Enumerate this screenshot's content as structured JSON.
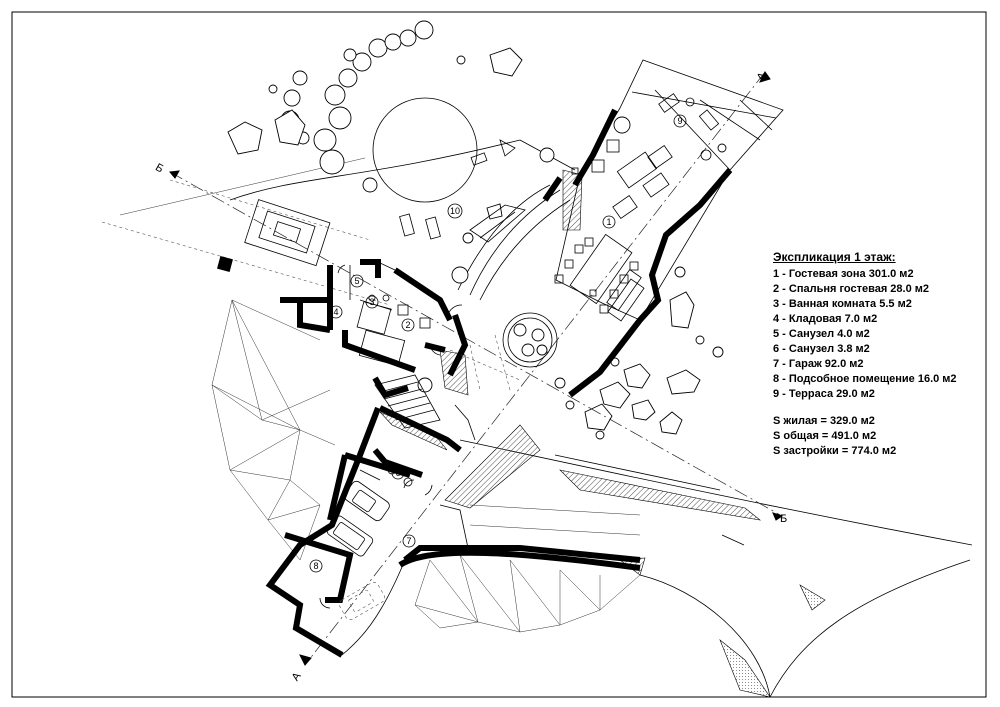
{
  "sections": {
    "a_top": "А",
    "a_bottom": "А",
    "b_left": "Б",
    "b_right": "Б"
  },
  "rooms": {
    "r1": "1",
    "r2": "2",
    "r3": "3",
    "r4": "4",
    "r5": "5",
    "r6": "6",
    "r7": "7",
    "r8": "8",
    "r9": "9",
    "r10": "10"
  },
  "legend": {
    "title": "Экспликация 1 этаж:",
    "items": [
      "1 - Гостевая зона 301.0 м2",
      "2 - Спальня гостевая 28.0 м2",
      "3 - Ванная комната 5.5 м2",
      "4 - Кладовая 7.0 м2",
      "5 - Санузел 4.0 м2",
      "6 - Санузел 3.8 м2",
      "7 - Гараж 92.0 м2",
      "8 - Подсобное помещение 16.0 м2",
      "9 - Терраса 29.0 м2"
    ],
    "totals": [
      "S жилая = 329.0 м2",
      "S общая = 491.0 м2",
      "S застройки = 774.0 м2"
    ]
  }
}
